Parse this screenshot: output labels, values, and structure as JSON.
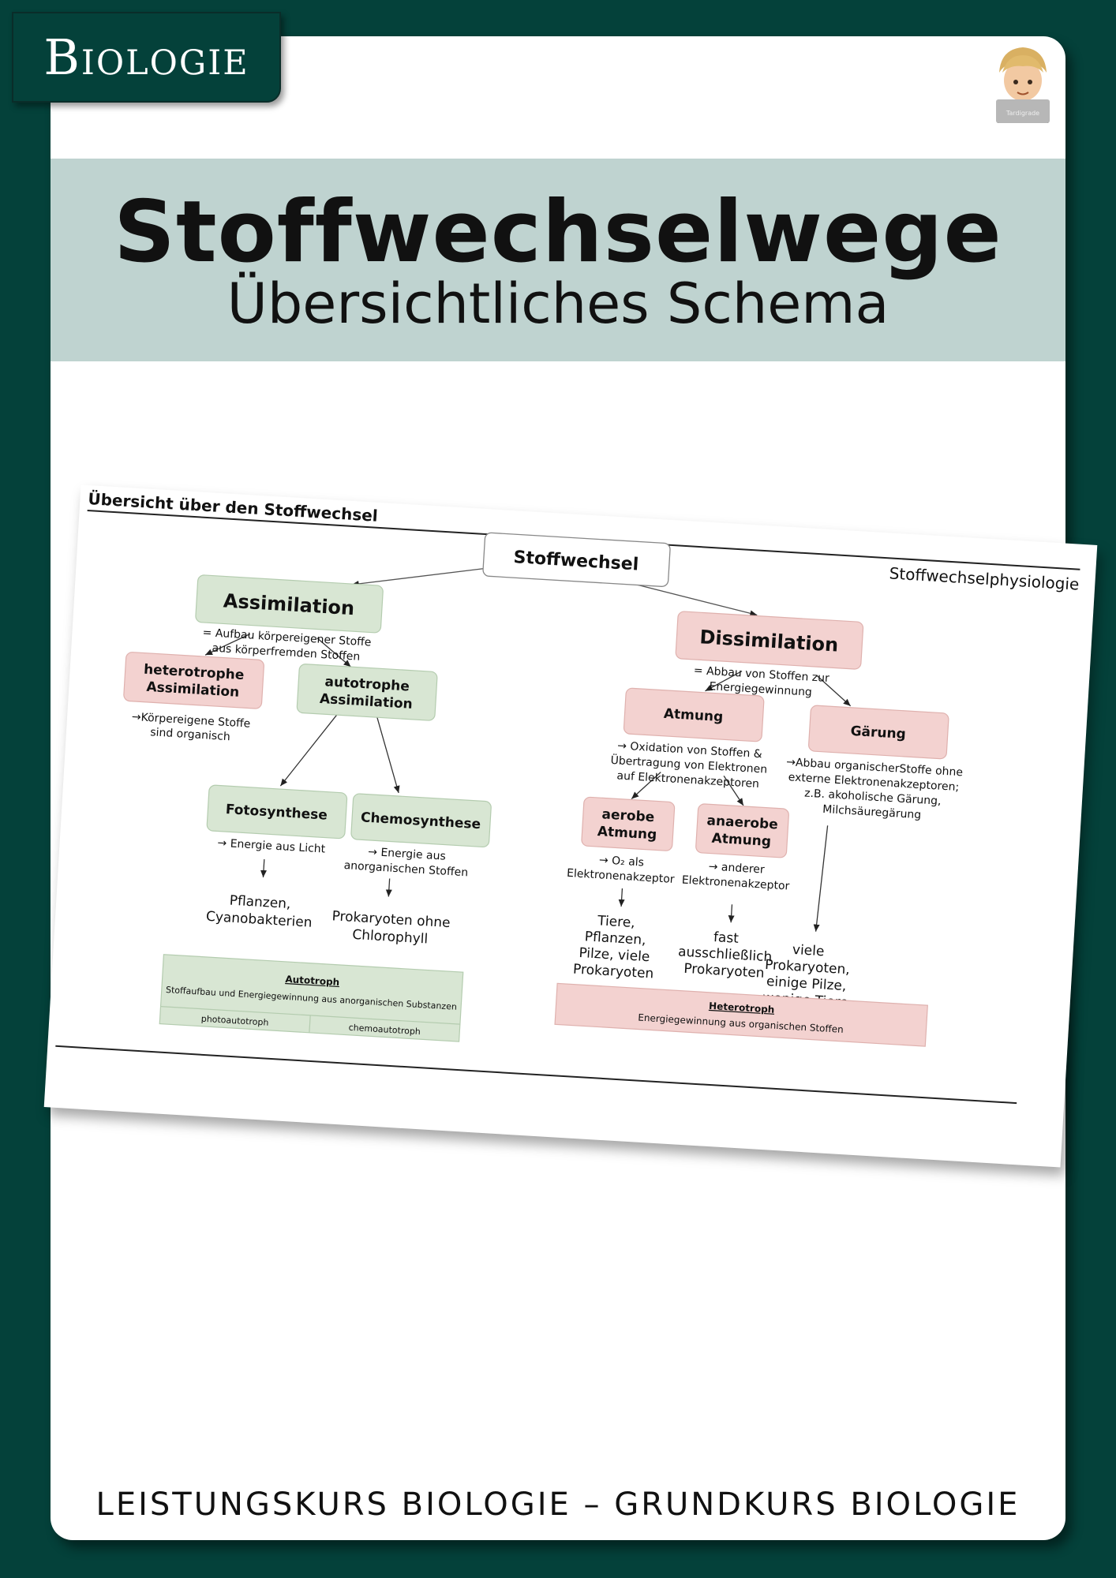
{
  "subject_tab": "Biologie",
  "avatar_label": "Tardigrade",
  "title": "Stoffwechselwege",
  "subtitle": "Übersichtliches Schema",
  "footer": "LEISTUNGSKURS BIOLOGIE – GRUNDKURS BIOLOGIE",
  "sheet": {
    "heading": "Übersicht über den Stoffwechsel",
    "topic": "Stoffwechselphysiologie",
    "root": "Stoffwechsel",
    "assimilation": {
      "label": "Assimilation",
      "desc1": "= Aufbau körpereigener Stoffe",
      "desc2": "aus körperfremden Stoffen",
      "hetero": {
        "line1": "heterotrophe",
        "line2": "Assimilation",
        "note1": "→Körpereigene Stoffe",
        "note2": "sind organisch"
      },
      "auto": {
        "line1": "autotrophe",
        "line2": "Assimilation"
      },
      "foto": {
        "label": "Fotosynthese",
        "note": "→ Energie aus Licht",
        "result1": "Pflanzen,",
        "result2": "Cyanobakterien"
      },
      "chemo": {
        "label": "Chemosynthese",
        "note1": "→ Energie aus",
        "note2": "anorganischen Stoffen",
        "result1": "Prokaryoten ohne",
        "result2": "Chlorophyll"
      }
    },
    "autotroph_table": {
      "title": "Autotroph",
      "desc": "Stoffaufbau und Energiegewinnung aus anorganischen Substanzen",
      "col1": "photoautotroph",
      "col2": "chemoautotroph"
    },
    "dissimilation": {
      "label": "Dissimilation",
      "desc1": "= Abbau von Stoffen zur",
      "desc2": "Energiegewinnung",
      "atmung": {
        "label": "Atmung",
        "note1": "→ Oxidation von Stoffen &",
        "note2": "Übertragung von Elektronen",
        "note3": "auf Elektronenakzeptoren"
      },
      "gaerung": {
        "label": "Gärung",
        "note1": "→Abbau  organischerStoffe ohne",
        "note2": "externe Elektronenakzeptoren;",
        "note3": "z.B. akoholische Gärung,",
        "note4": "Milchsäuregärung",
        "result1": "viele",
        "result2": "Prokaryoten,",
        "result3": "einige Pilze,",
        "result4": "wenige Tiere"
      },
      "aerob": {
        "line1": "aerobe",
        "line2": "Atmung",
        "note1": "→ O₂ als",
        "note2": "Elektronenakzeptor",
        "result1": "Tiere,",
        "result2": "Pflanzen,",
        "result3": "Pilze, viele",
        "result4": "Prokaryoten"
      },
      "anaerob": {
        "line1": "anaerobe",
        "line2": "Atmung",
        "note1": "→ anderer",
        "note2": "Elektronenakzeptor",
        "result1": "fast",
        "result2": "ausschließlich",
        "result3": "Prokaryoten"
      }
    },
    "heterotroph_box": {
      "title": "Heterotroph",
      "desc": "Energiegewinnung aus organischen Stoffen"
    }
  }
}
